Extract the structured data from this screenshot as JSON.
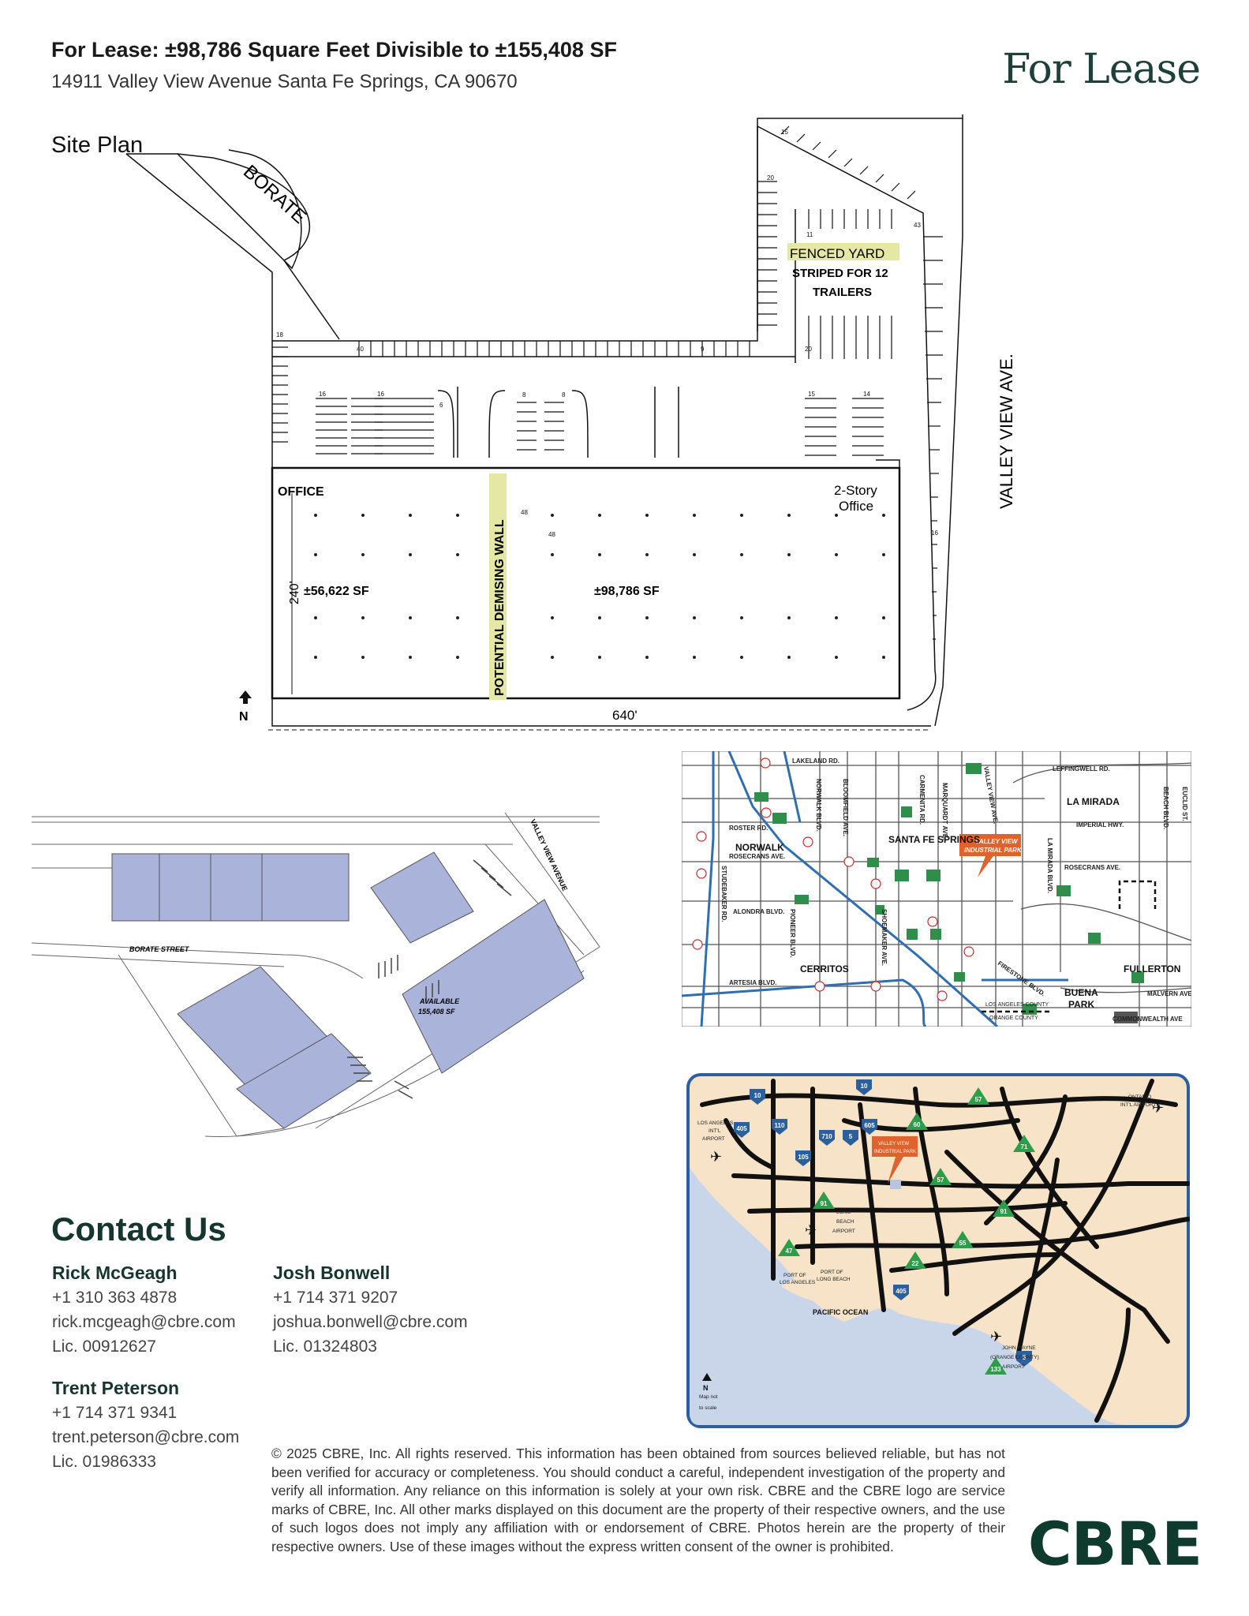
{
  "header": {
    "title": "For Lease: ±98,786 Square Feet Divisible to ±155,408 SF",
    "address": "14911 Valley View Avenue Santa Fe Springs, CA 90670",
    "brand_label": "For Lease"
  },
  "site_plan": {
    "heading": "Site Plan",
    "street_borate": "BORATE",
    "street_valley_view": "VALLEY VIEW AVE.",
    "fenced_yard": "FENCED YARD",
    "striped_line1": "STRIPED FOR 12",
    "striped_line2": "TRAILERS",
    "office_label": "OFFICE",
    "two_story_line1": "2-Story",
    "two_story_line2": "Office",
    "area_west": "±56,622 SF",
    "area_east": "±98,786 SF",
    "demising_wall": "POTENTIAL DEMISING WALL",
    "dim_depth": "240'",
    "dim_width": "640'",
    "north": "N",
    "stall_counts": [
      "15",
      "20",
      "11",
      "43",
      "18",
      "40",
      "9",
      "20",
      "16",
      "16",
      "6",
      "8",
      "8",
      "15",
      "14",
      "16",
      "48",
      "48"
    ]
  },
  "aerial": {
    "street_borate": "BORATE STREET",
    "street_valley_view": "VALLEY VIEW AVENUE",
    "available_line1": "AVAILABLE",
    "available_line2": "155,408 SF",
    "colors": {
      "building": "#aab3d9",
      "outline": "#555555"
    }
  },
  "area_map": {
    "roads": [
      "LAKELAND RD.",
      "LEFFINGWELL RD.",
      "IMPERIAL HWY.",
      "ROSTER RD.",
      "ROSECRANS AVE.",
      "ROSECRANS AVE.",
      "ALONDRA BLVD.",
      "ARTESIA BLVD.",
      "MALVERN AVE",
      "COMMONWEALTH AVE",
      "NORWALK BLVD.",
      "BLOOMFIELD AVE.",
      "CARMENITA RD.",
      "VALLEY VIEW AVE.",
      "LA MIRADA BLVD.",
      "BEACH BLVD.",
      "EUCLID ST.",
      "STUDEBAKER RD.",
      "PIONEER BLVD.",
      "SHOEMAKER AVE.",
      "MARQUARDT AVE.",
      "FIRESTONE BLVD."
    ],
    "cities": [
      "LA MIRADA",
      "SANTA FE SPRINGS",
      "NORWALK",
      "CERRITOS",
      "FULLERTON",
      "BUENA",
      "PARK"
    ],
    "callout_line1": "VALLEY VIEW",
    "callout_line2": "INDUSTRIAL PARK",
    "county_line1": "LOS ANGELES COUNTY",
    "county_line2": "ORANGE COUNTY",
    "colors": {
      "callout": "#e0622d",
      "freeway": "#2f6fb0"
    }
  },
  "region_map": {
    "freeways": [
      "10",
      "10",
      "405",
      "110",
      "105",
      "710",
      "5",
      "605",
      "60",
      "57",
      "57",
      "71",
      "91",
      "91",
      "55",
      "22",
      "47",
      "405",
      "5",
      "133"
    ],
    "airports": [
      {
        "l1": "LOS ANGELES",
        "l2": "INT'L",
        "l3": "AIRPORT"
      },
      {
        "l1": "ONTARIO",
        "l2": "INT'L AIRPORT",
        "l3": ""
      },
      {
        "l1": "LONG",
        "l2": "BEACH",
        "l3": "AIRPORT"
      },
      {
        "l1": "JOHN WAYNE",
        "l2": "(ORANGE COUNTY)",
        "l3": "AIRPORT"
      }
    ],
    "port1_l1": "PORT OF",
    "port1_l2": "LOS ANGELES",
    "port2_l1": "PORT OF",
    "port2_l2": "LONG BEACH",
    "ocean": "PACIFIC OCEAN",
    "callout_line1": "VALLEY VIEW",
    "callout_line2": "INDUSTRIAL PARK",
    "north": "N",
    "scale_l1": "Map not",
    "scale_l2": "to scale",
    "colors": {
      "land": "#f7e3c8",
      "water": "#c9d6ea",
      "border": "#2c5f9e",
      "road": "#111111"
    }
  },
  "contact": {
    "heading": "Contact Us",
    "people": [
      {
        "name": "Rick McGeagh",
        "phone": "+1 310 363 4878",
        "email": "rick.mcgeagh@cbre.com",
        "license": "Lic. 00912627"
      },
      {
        "name": "Josh Bonwell",
        "phone": "+1 714 371 9207",
        "email": "joshua.bonwell@cbre.com",
        "license": "Lic. 01324803"
      },
      {
        "name": "Trent Peterson",
        "phone": "+1 714 371 9341",
        "email": "trent.peterson@cbre.com",
        "license": "Lic. 01986333"
      }
    ]
  },
  "footer": {
    "disclaimer": "© 2025 CBRE, Inc. All rights reserved. This information has been obtained from sources believed reliable, but has not been verified for accuracy or completeness. You should conduct a careful, independent investigation of the property and verify all information. Any reliance on this information is solely at your own risk. CBRE and the CBRE logo are service marks of CBRE, Inc. All other marks displayed on this document are the property of their respective owners, and the use of such logos does not imply any affiliation with or endorsement of CBRE. Photos herein are the property of their respective owners. Use of these images without the express written consent of the owner is prohibited.",
    "logo_text": "CBRE"
  }
}
